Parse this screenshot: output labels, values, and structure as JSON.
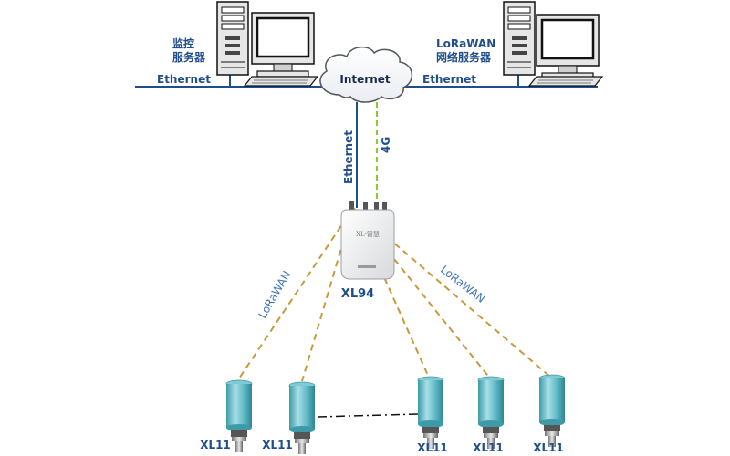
{
  "servers": {
    "left": {
      "label_line1": "监控",
      "label_line2": "服务器"
    },
    "right": {
      "label_line1": "LoRaWAN",
      "label_line2": "网络服务器"
    }
  },
  "network": {
    "internet_label": "Internet",
    "ethernet_left": "Ethernet",
    "ethernet_right": "Ethernet",
    "ethernet_vertical": "Ethernet",
    "cellular": "4G"
  },
  "gateway": {
    "label": "XL94",
    "device_text": "XL·智慧"
  },
  "links": {
    "lorawan_left": "LoRaWAN",
    "lorawan_right": "LoRaWAN"
  },
  "sensors": [
    {
      "label": "XL11"
    },
    {
      "label": "XL11"
    },
    {
      "label": "XL11"
    },
    {
      "label": "XL11"
    },
    {
      "label": "XL11"
    }
  ],
  "colors": {
    "line_blue": "#1f4e8c",
    "green_dashed": "#8fc63f",
    "lora_dashed": "#c8993c",
    "sensor_body": "#5bb7c4",
    "sensor_highlight": "#a8dfe6"
  }
}
